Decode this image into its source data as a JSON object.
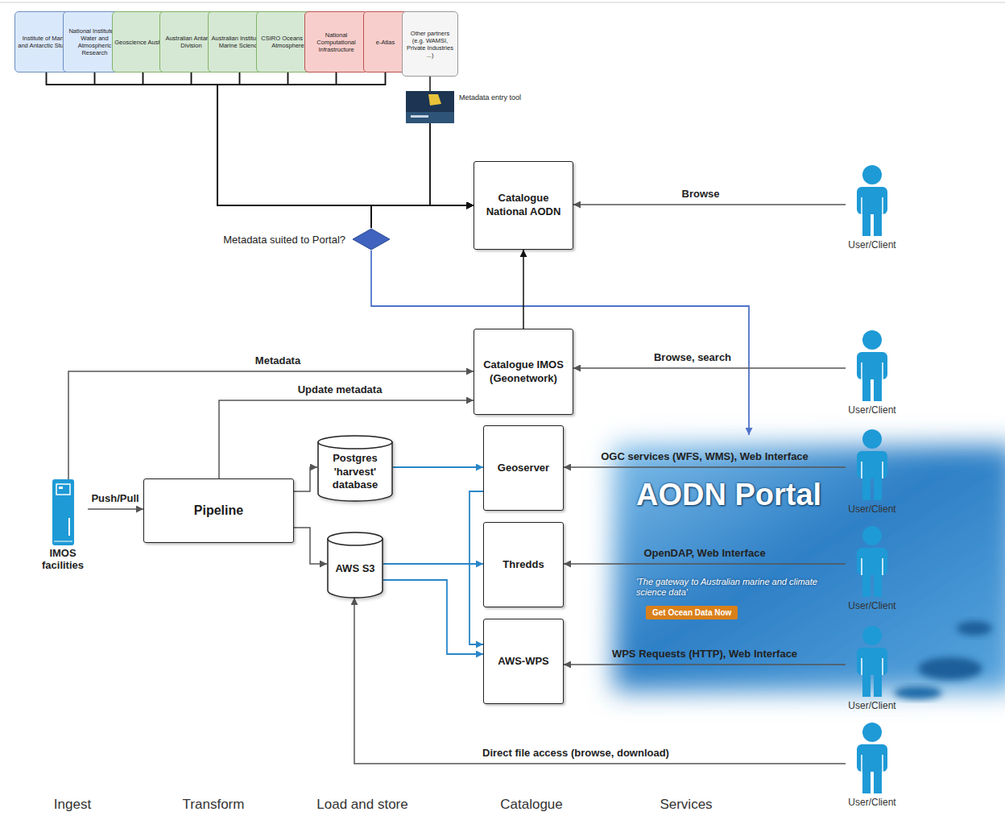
{
  "diagram": {
    "nodes": [
      {
        "text": [
          "Institute of Marine and Antarctic Studies"
        ]
      },
      {
        "text": [
          "National Institute of Water and Atmospheric Research"
        ]
      },
      {
        "text": [
          "Geoscience Australia"
        ]
      },
      {
        "text": [
          "Australian Antarctic Division"
        ]
      },
      {
        "text": [
          "Australian Institute of Marine Science"
        ]
      },
      {
        "text": [
          "CSIRO Oceans and Atmosphere"
        ]
      },
      {
        "text": [
          "National Computational Infrastructure"
        ]
      },
      {
        "text": [
          "e-Atlas"
        ]
      },
      {
        "text": [
          "Other partners (e.g. WAMSI, Private Industries ...)"
        ]
      },
      {
        "text": [
          "Metadata entry tool"
        ]
      },
      {
        "text": [
          "Catalogue National AODN"
        ]
      },
      {
        "text": [
          "User/Client"
        ]
      },
      {
        "text": [
          "Metadata suited to Portal?"
        ]
      },
      {
        "text": [
          "Catalogue IMOS (Geonetwork)"
        ]
      },
      {
        "text": [
          "User/Client"
        ]
      },
      {
        "text": [
          "IMOS facilities"
        ]
      },
      {
        "text": [
          "Pipeline"
        ]
      },
      {
        "text": [
          "Postgres 'harvest' database"
        ]
      },
      {
        "text": [
          "Geoserver"
        ]
      },
      {
        "text": [
          "User/Client"
        ]
      },
      {
        "text": [
          "AODN Portal",
          "'The gateway to Australian marine and climate science data'",
          "Get Ocean Data Now"
        ]
      },
      {
        "text": [
          "AWS S3"
        ]
      },
      {
        "text": [
          "Thredds"
        ]
      },
      {
        "text": [
          "User/Client"
        ]
      },
      {
        "text": [
          "AWS-WPS"
        ]
      },
      {
        "text": [
          "User/Client"
        ]
      },
      {
        "text": [
          "User/Client"
        ]
      }
    ],
    "edges": [
      {
        "from": 0,
        "to": 10,
        "arrow": "to"
      },
      {
        "from": 1,
        "to": 10,
        "arrow": "to"
      },
      {
        "from": 2,
        "to": 10,
        "arrow": "to"
      },
      {
        "from": 3,
        "to": 10,
        "arrow": "to"
      },
      {
        "from": 4,
        "to": 10,
        "arrow": "to"
      },
      {
        "from": 5,
        "to": 10,
        "arrow": "to"
      },
      {
        "from": 6,
        "to": 10,
        "arrow": "to"
      },
      {
        "from": 7,
        "to": 10,
        "arrow": "to"
      },
      {
        "from": 8,
        "to": 9,
        "arrow": "none"
      },
      {
        "from": 9,
        "to": 10,
        "arrow": "to"
      },
      {
        "from": 0,
        "to": 12,
        "arrow": "none"
      },
      {
        "from": 1,
        "to": 12,
        "arrow": "none"
      },
      {
        "from": 2,
        "to": 12,
        "arrow": "none"
      },
      {
        "from": 3,
        "to": 12,
        "arrow": "none"
      },
      {
        "from": 4,
        "to": 12,
        "arrow": "none"
      },
      {
        "from": 5,
        "to": 12,
        "arrow": "none"
      },
      {
        "from": 6,
        "to": 12,
        "arrow": "none"
      },
      {
        "from": 7,
        "to": 12,
        "arrow": "none"
      },
      {
        "from": 9,
        "to": 12,
        "arrow": "none"
      },
      {
        "from": 12,
        "to": 20,
        "arrow": "to"
      },
      {
        "from": 11,
        "to": 10,
        "label": "Browse",
        "arrow": "to"
      },
      {
        "from": 13,
        "to": 10,
        "arrow": "to"
      },
      {
        "from": 14,
        "to": 13,
        "label": "Browse, search",
        "arrow": "to"
      },
      {
        "from": 15,
        "to": 13,
        "label": "Metadata",
        "arrow": "to"
      },
      {
        "from": 15,
        "to": 16,
        "label": "Push/Pull",
        "arrow": "to"
      },
      {
        "from": 16,
        "to": 13,
        "label": "Update metadata",
        "arrow": "to"
      },
      {
        "from": 16,
        "to": 17,
        "arrow": "to"
      },
      {
        "from": 16,
        "to": 21,
        "arrow": "to"
      },
      {
        "from": 17,
        "to": 18,
        "arrow": "to"
      },
      {
        "from": 21,
        "to": 22,
        "arrow": "to"
      },
      {
        "from": 21,
        "to": 24,
        "arrow": "to"
      },
      {
        "from": 18,
        "to": 24,
        "arrow": "to"
      },
      {
        "from": 19,
        "to": 18,
        "label": "OGC services (WFS, WMS), Web Interface",
        "arrow": "to"
      },
      {
        "from": 23,
        "to": 22,
        "label": "OpenDAP, Web Interface",
        "arrow": "to"
      },
      {
        "from": 25,
        "to": 24,
        "label": "WPS Requests (HTTP), Web Interface",
        "arrow": "to"
      },
      {
        "from": 26,
        "to": 21,
        "label": "Direct file access (browse, download)",
        "arrow": "to"
      }
    ],
    "labels": [
      "Ingest",
      "Transform",
      "Load and store",
      "Catalogue",
      "Services"
    ]
  }
}
